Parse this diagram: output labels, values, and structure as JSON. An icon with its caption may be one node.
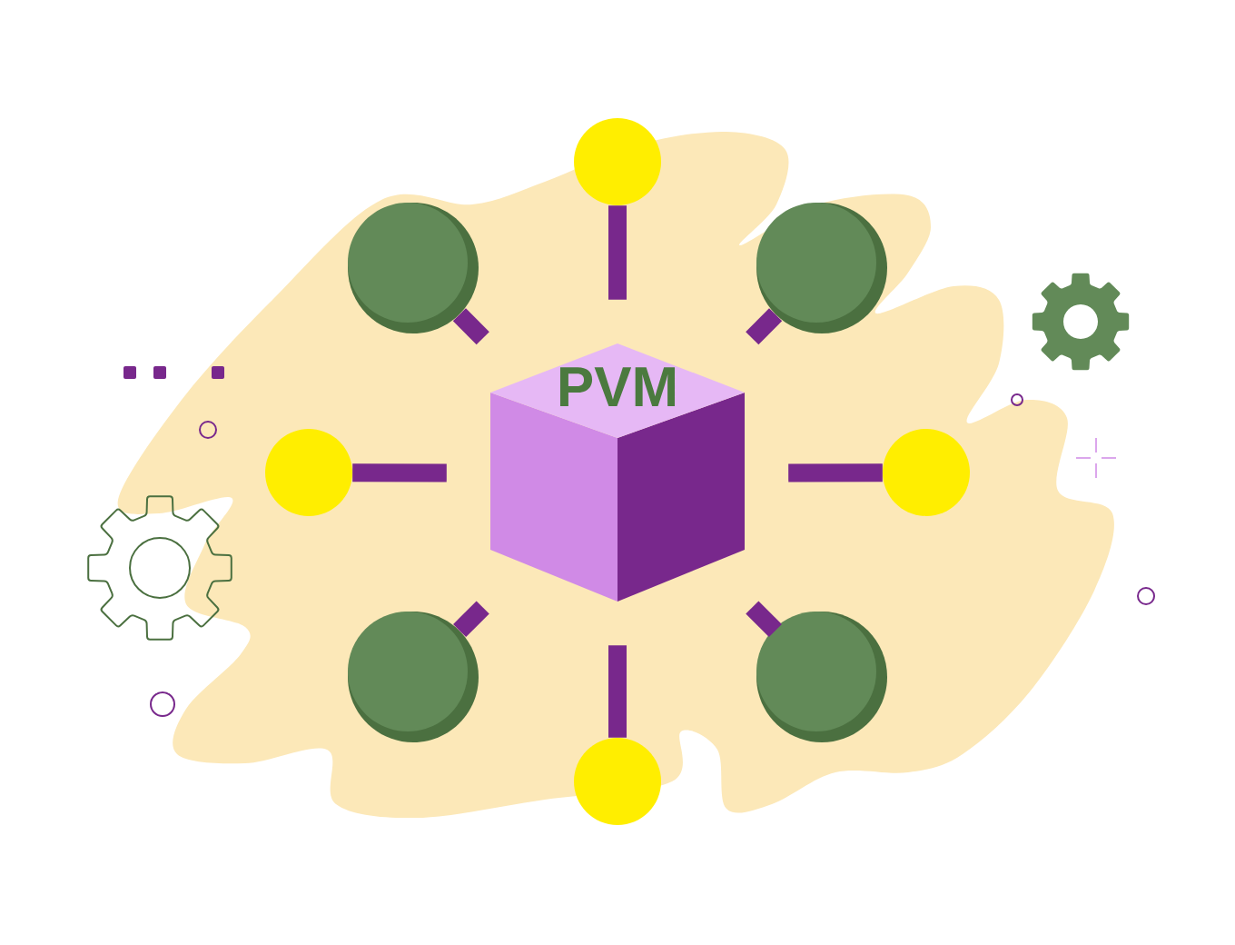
{
  "diagram": {
    "nodes": [
      {
        "text": [
          "PVM"
        ]
      },
      {
        "text": [],
        "shape": "circle"
      },
      {
        "text": [],
        "shape": "circle"
      },
      {
        "text": [],
        "shape": "circle"
      },
      {
        "text": [],
        "shape": "circle"
      },
      {
        "text": [],
        "shape": "circle"
      },
      {
        "text": [],
        "shape": "circle"
      },
      {
        "text": [],
        "shape": "circle"
      },
      {
        "text": [],
        "shape": "circle"
      }
    ],
    "edges": [
      {
        "from": 1,
        "to": 0,
        "arrow": "none"
      },
      {
        "from": 2,
        "to": 0,
        "arrow": "none"
      },
      {
        "from": 3,
        "to": 0,
        "arrow": "none"
      },
      {
        "from": 4,
        "to": 0,
        "arrow": "none"
      },
      {
        "from": 5,
        "to": 0,
        "arrow": "none"
      },
      {
        "from": 6,
        "to": 0,
        "arrow": "none"
      },
      {
        "from": 7,
        "to": 0,
        "arrow": "none"
      },
      {
        "from": 8,
        "to": 0,
        "arrow": "none"
      }
    ]
  }
}
